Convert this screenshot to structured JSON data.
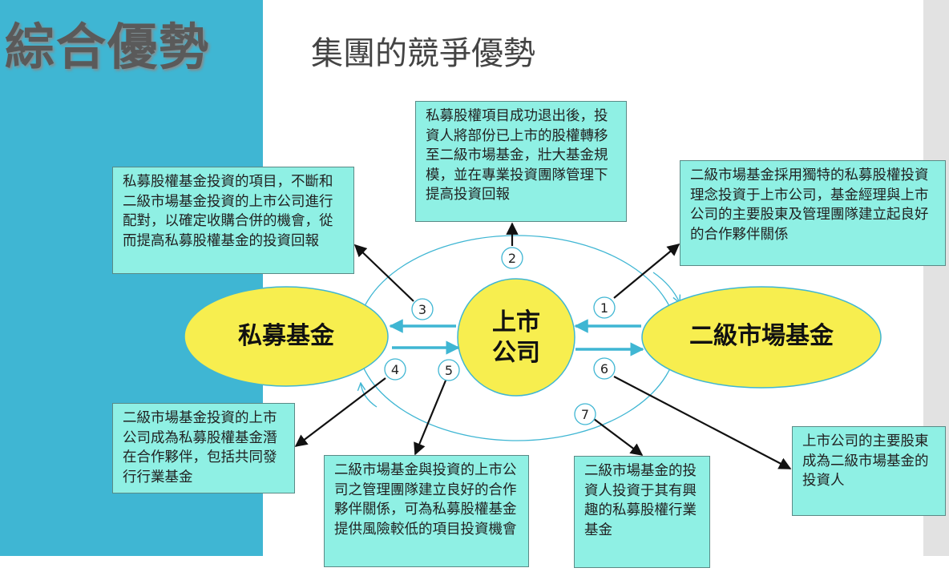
{
  "header": {
    "title": "綜合優勢",
    "subtitle": "集團的競爭優勢"
  },
  "nodes": {
    "private_fund": "私募基金",
    "listed_company_line1": "上市",
    "listed_company_line2": "公司",
    "secondary_fund": "二級市場基金"
  },
  "markers": [
    "1",
    "2",
    "3",
    "4",
    "5",
    "6",
    "7"
  ],
  "boxes": {
    "box1": "二級市場基金採用獨特的私募股權投資理念投資于上市公司，基金經理與上市公司的主要股東及管理團隊建立起良好的合作夥伴關係",
    "box2": "私募股權項目成功退出後，投資人將部份已上市的股權轉移至二級市場基金，壯大基金規模，並在專業投資團隊管理下提高投資回報",
    "box3": "私募股權基金投資的項目，不斷和二級市場基金投資的上市公司進行配對，以確定收購合併的機會，從而提高私募股權基金的投資回報",
    "box4": "二級市場基金投資的上市公司成為私募股權基金潛在合作夥伴，包括共同發行行業基金",
    "box5": "二級市場基金與投資的上市公司之管理團隊建立良好的合作夥伴關係，可為私募股權基金提供風險較低的項目投資機會",
    "box6": "上市公司的主要股東成為二級市場基金的投資人",
    "box7": "二級市場基金的投資人投資于其有興趣的私募股權行業基金"
  },
  "colors": {
    "sidebar": "#3fb6d3",
    "node_fill": "#f7ee4f",
    "box_fill": "#8ff0e4",
    "flow_arrow": "#3fb6d3",
    "callout_arrow": "#111111"
  }
}
